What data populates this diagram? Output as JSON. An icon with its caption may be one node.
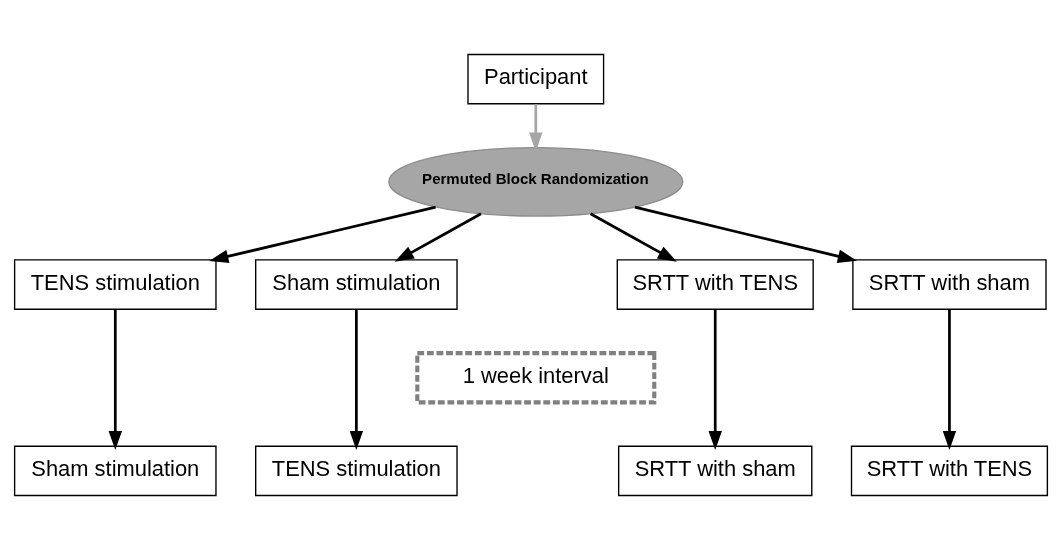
{
  "diagram": {
    "nodes": [
      {
        "text": [
          "Participant"
        ]
      },
      {
        "text": [
          "Permuted Block Randomization"
        ]
      },
      {
        "text": [
          "TENS stimulation"
        ]
      },
      {
        "text": [
          "Sham stimulation"
        ]
      },
      {
        "text": [
          "SRTT with TENS"
        ]
      },
      {
        "text": [
          "SRTT with sham"
        ]
      },
      {
        "text": [
          "1 week interval"
        ]
      },
      {
        "text": [
          "Sham stimulation"
        ]
      },
      {
        "text": [
          "TENS stimulation"
        ]
      },
      {
        "text": [
          "SRTT with sham"
        ]
      },
      {
        "text": [
          "SRTT with TENS"
        ]
      }
    ],
    "edges": [
      {
        "from": 0,
        "to": 1,
        "arrow": "to",
        "color": "#a6a6a6"
      },
      {
        "from": 1,
        "to": 2,
        "arrow": "to"
      },
      {
        "from": 1,
        "to": 3,
        "arrow": "to"
      },
      {
        "from": 1,
        "to": 4,
        "arrow": "to"
      },
      {
        "from": 1,
        "to": 5,
        "arrow": "to"
      },
      {
        "from": 2,
        "to": 7,
        "arrow": "to"
      },
      {
        "from": 3,
        "to": 8,
        "arrow": "to"
      },
      {
        "from": 4,
        "to": 9,
        "arrow": "to"
      },
      {
        "from": 5,
        "to": 10,
        "arrow": "to"
      }
    ]
  }
}
